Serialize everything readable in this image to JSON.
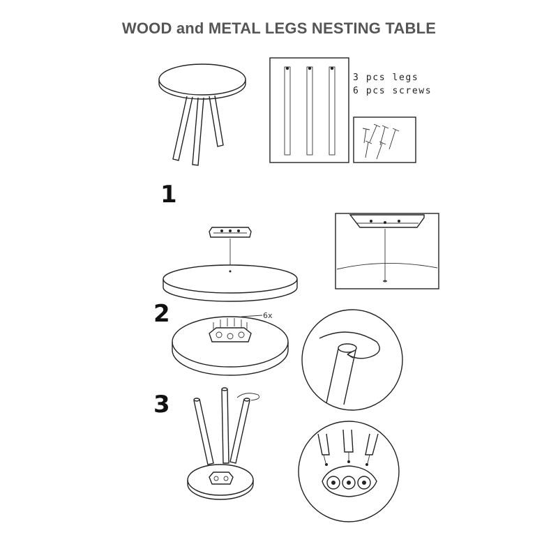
{
  "title": "WOOD and METAL LEGS NESTING TABLE",
  "parts": {
    "legs_label": "3 pcs legs",
    "screws_label": "6 pcs screws"
  },
  "steps": [
    {
      "number": "1"
    },
    {
      "number": "2",
      "count_label": "6x"
    },
    {
      "number": "3"
    }
  ]
}
